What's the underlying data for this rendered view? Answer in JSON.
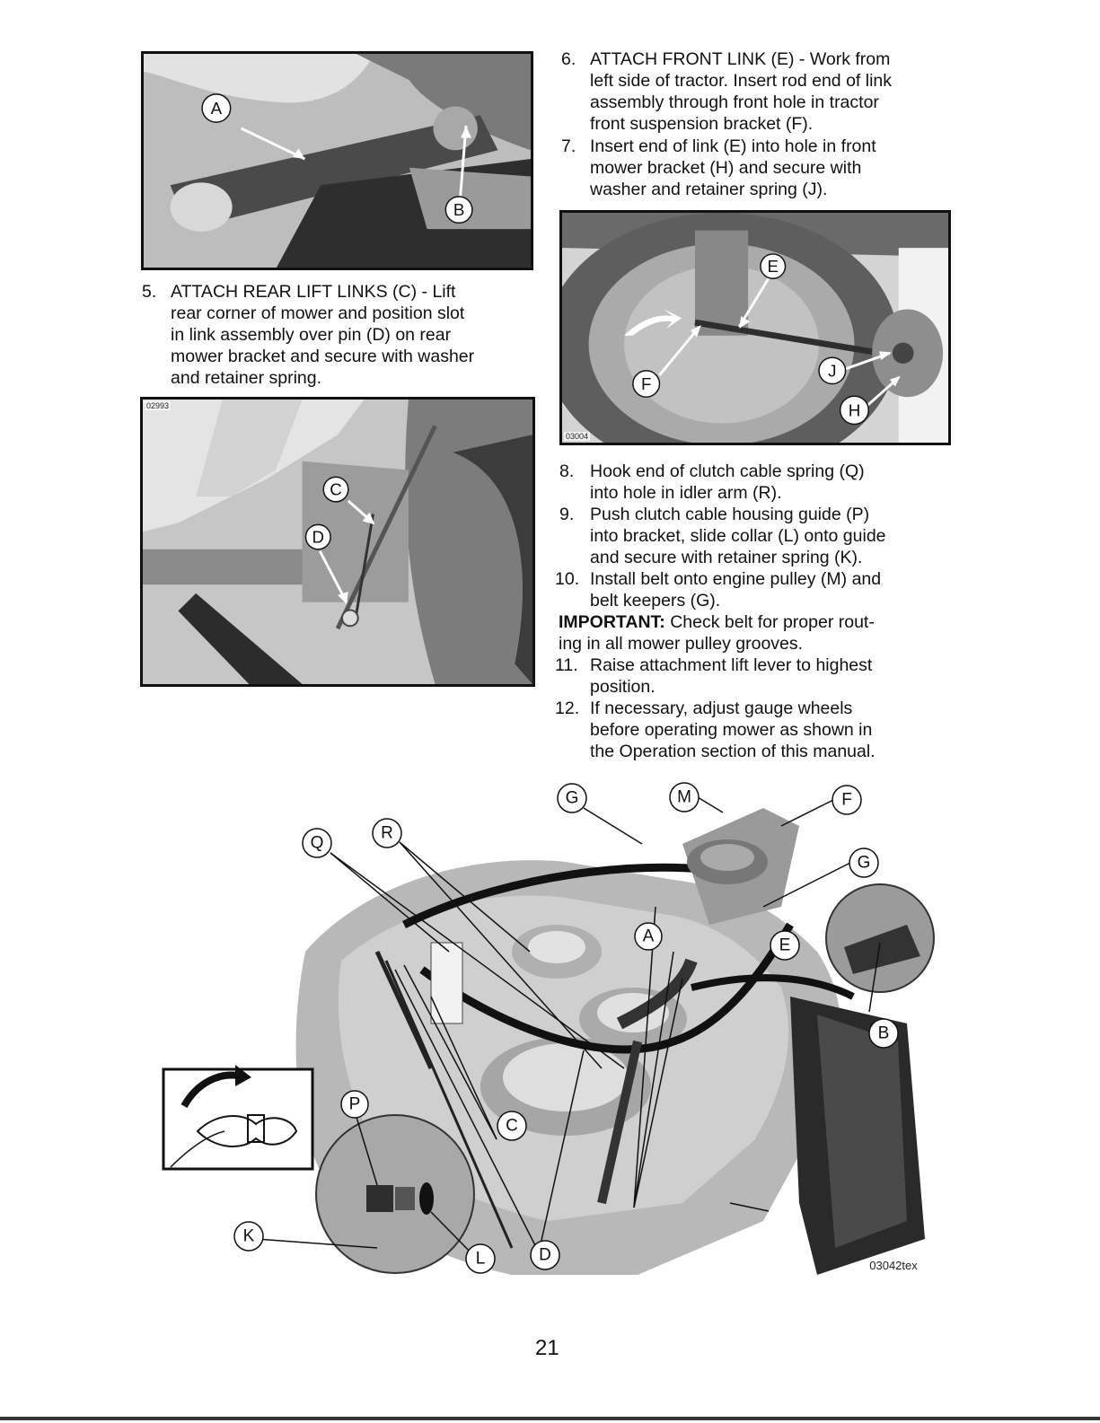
{
  "figures": {
    "fig_a_b": {
      "labels": [
        "A",
        "B"
      ]
    },
    "fig_c_d": {
      "code": "02993",
      "labels": [
        "C",
        "D"
      ]
    },
    "fig_e_f": {
      "code": "03004",
      "labels": [
        "E",
        "F",
        "J",
        "H"
      ]
    },
    "fig_assembly": {
      "code": "03042tex",
      "labels": [
        "G",
        "M",
        "F",
        "Q",
        "R",
        "G",
        "A",
        "E",
        "B",
        "P",
        "C",
        "K",
        "L",
        "D"
      ]
    }
  },
  "steps": [
    {
      "num": "5.",
      "lines": [
        "ATTACH REAR LIFT LINKS (C) - Lift",
        "rear corner of mower and position slot",
        "in link assembly over pin (D) on rear",
        "mower bracket and secure with washer",
        "and retainer spring."
      ]
    },
    {
      "num": "6.",
      "lines": [
        "ATTACH FRONT LINK (E) - Work from",
        "left side of tractor. Insert rod end of link",
        "assembly through front hole in tractor",
        "front suspension bracket (F)."
      ]
    },
    {
      "num": "7.",
      "lines": [
        "Insert end of link (E) into hole in front",
        "mower bracket (H) and secure with",
        "washer and retainer spring (J)."
      ]
    },
    {
      "num": "8.",
      "lines": [
        "Hook end of clutch cable spring (Q)",
        "into hole in idler arm (R)."
      ]
    },
    {
      "num": "9.",
      "lines": [
        "Push clutch cable housing guide (P)",
        "into bracket, slide collar (L) onto guide",
        "and secure with retainer spring (K)."
      ]
    },
    {
      "num": "10.",
      "lines": [
        "Install belt onto engine pulley (M) and",
        "belt keepers (G)."
      ]
    },
    {
      "num": "11.",
      "lines": [
        "Raise attachment lift lever to highest",
        "position."
      ]
    },
    {
      "num": "12.",
      "lines": [
        "If necessary, adjust gauge wheels",
        "before operating mower as shown in",
        "the Operation section of this manual."
      ]
    }
  ],
  "important": {
    "label": "IMPORTANT:",
    "lines": [
      "Check belt for proper rout-",
      "ing in all mower pulley grooves."
    ]
  },
  "page_number": "21"
}
